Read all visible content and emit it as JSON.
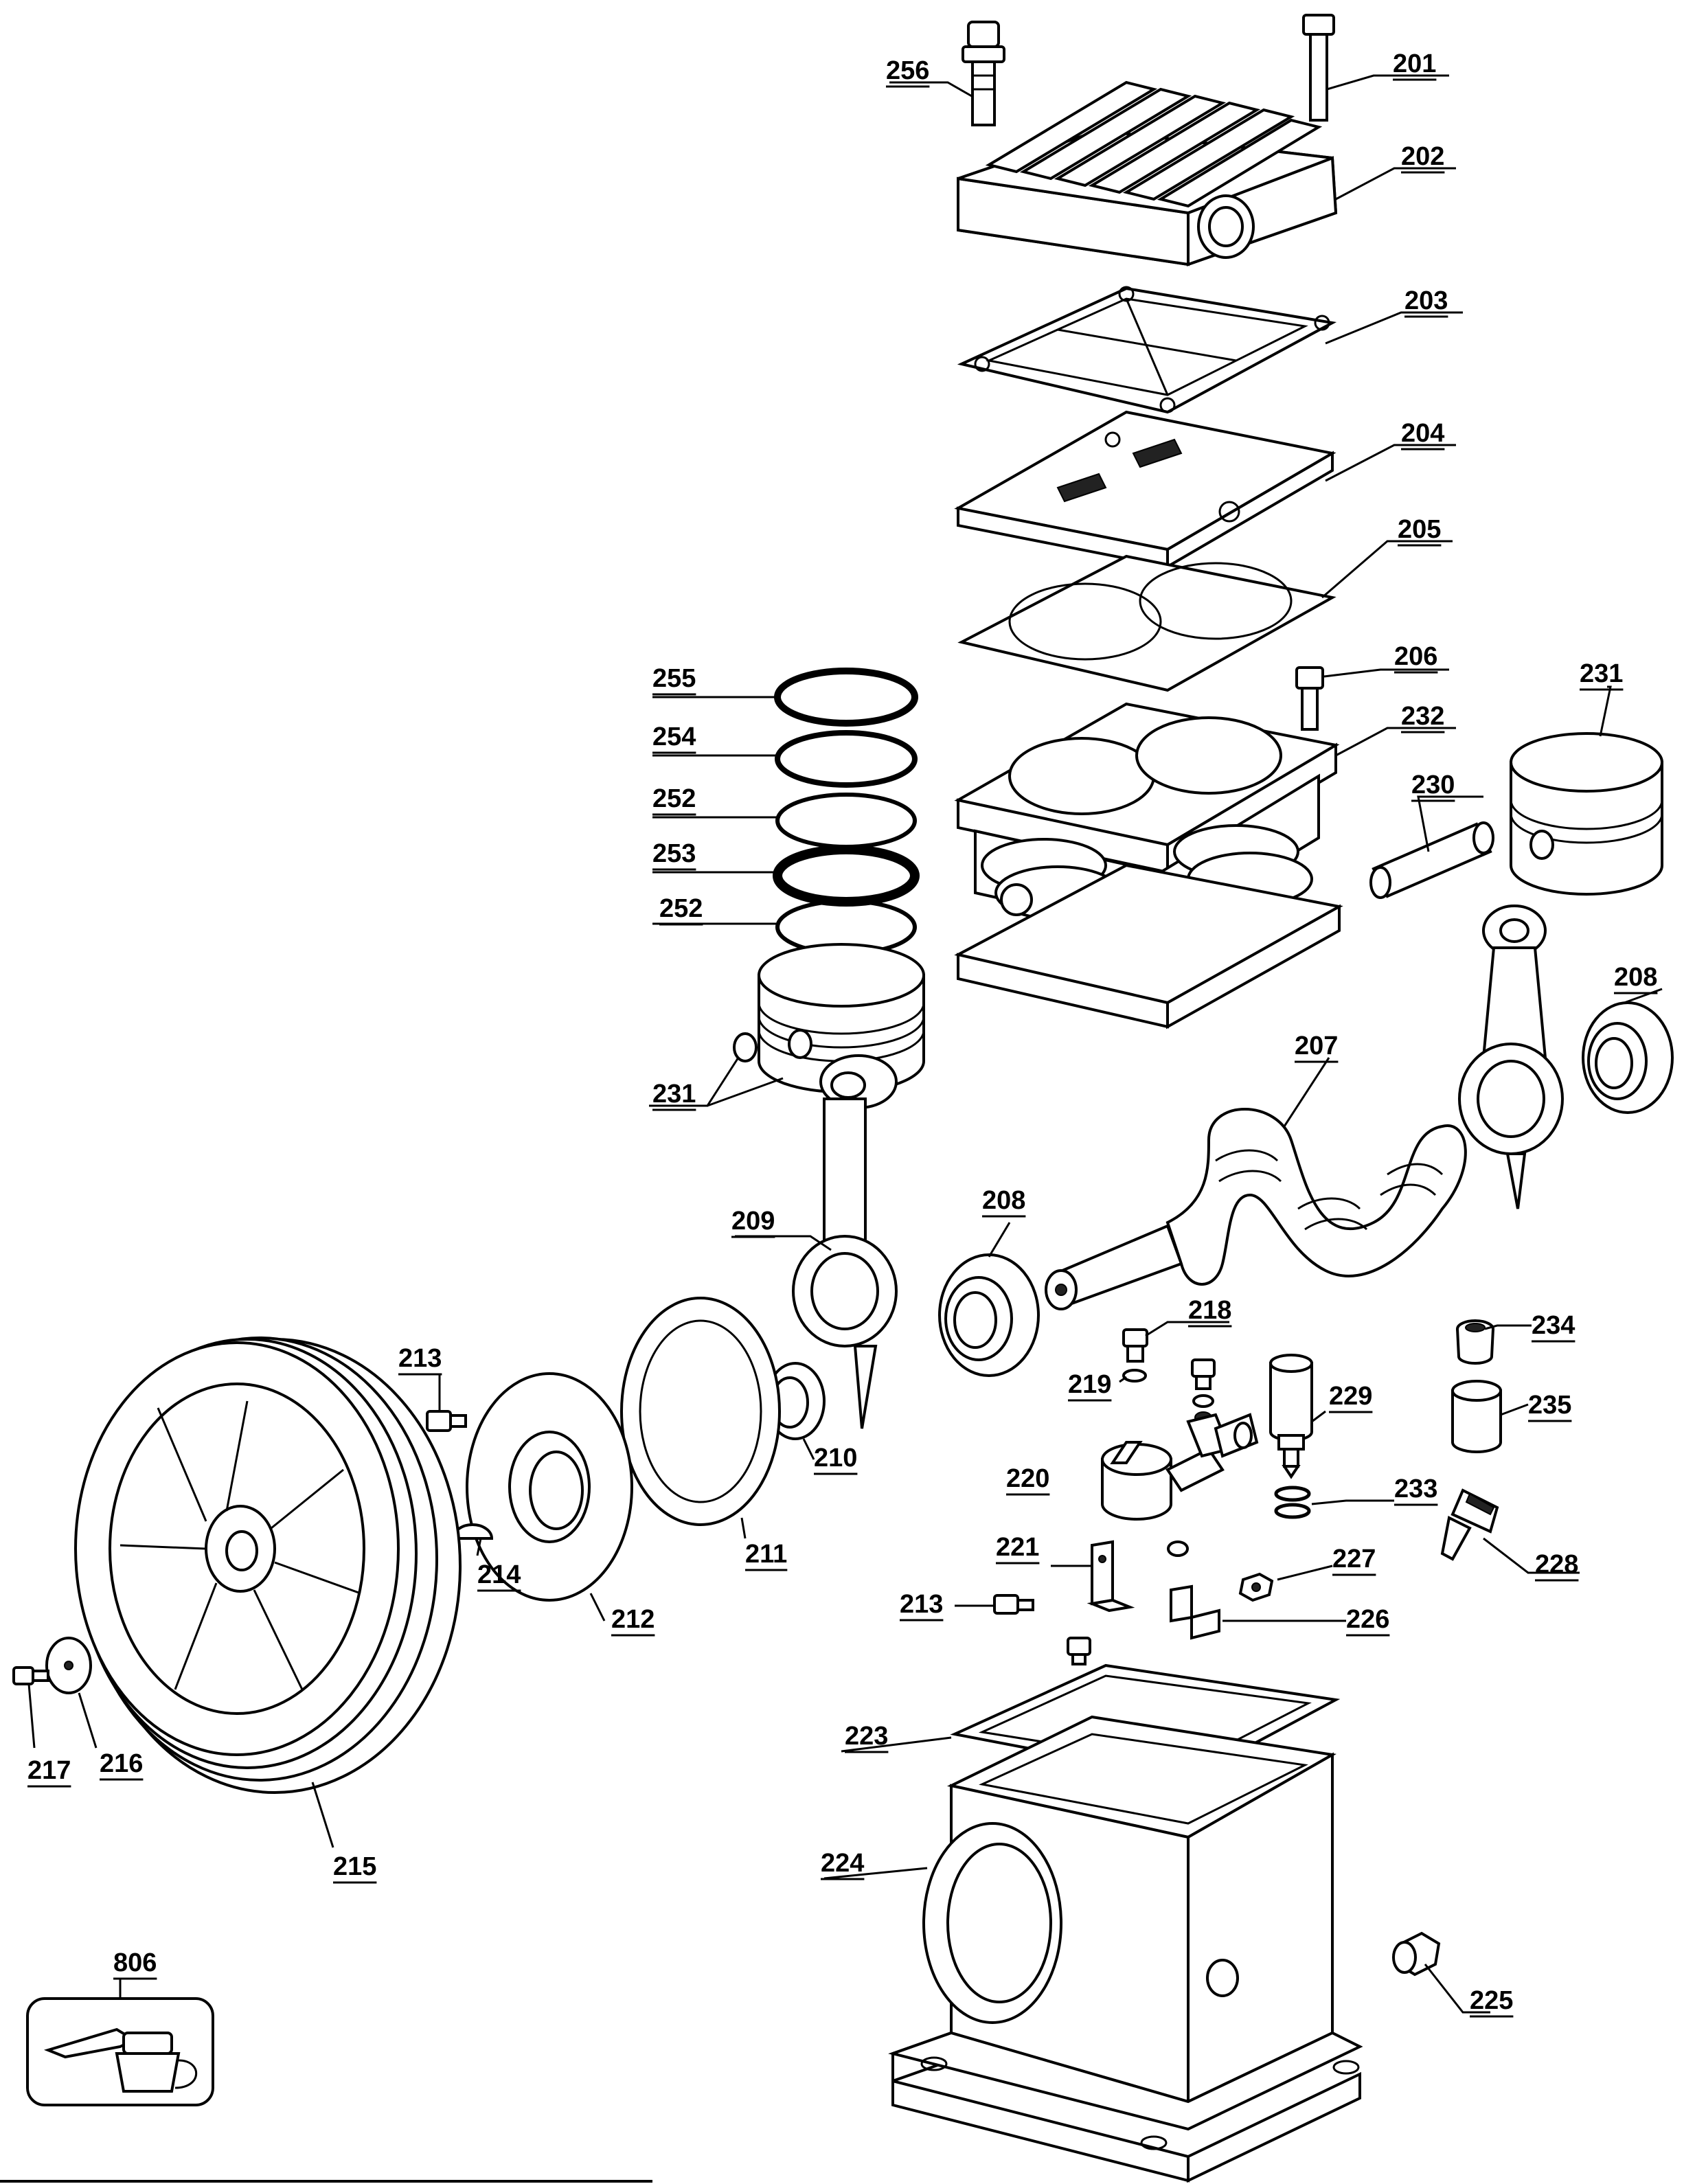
{
  "diagram": {
    "labels": {
      "l256": "256",
      "l201": "201",
      "l202": "202",
      "l203": "203",
      "l204": "204",
      "l205": "205",
      "l206": "206",
      "l232": "232",
      "l231a": "231",
      "l230": "230",
      "l208a": "208",
      "l207": "207",
      "l255": "255",
      "l254": "254",
      "l252a": "252",
      "l253": "253",
      "l252b": "252",
      "l231b": "231",
      "l209": "209",
      "l208b": "208",
      "l218": "218",
      "l234": "234",
      "l219": "219",
      "l229": "229",
      "l235": "235",
      "l213a": "213",
      "l210": "210",
      "l220": "220",
      "l233": "233",
      "l211": "211",
      "l221": "221",
      "l227": "227",
      "l228": "228",
      "l214": "214",
      "l212": "212",
      "l213b": "213",
      "l226": "226",
      "l223": "223",
      "l217": "217",
      "l216": "216",
      "l215": "215",
      "l224": "224",
      "l225": "225",
      "l806": "806"
    }
  }
}
